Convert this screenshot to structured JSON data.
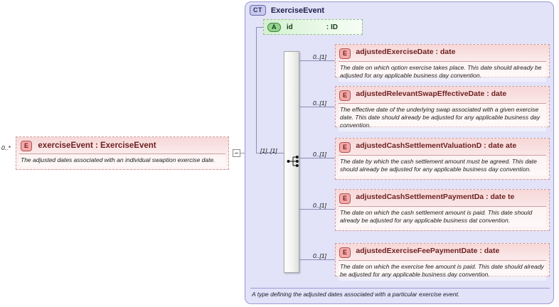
{
  "diagram": {
    "type": "xml-schema-complextype",
    "colors": {
      "container_fill": "#e2e2f8",
      "container_border": "#9a9ad2",
      "element_fill": "#f7d7d7",
      "element_border": "#cf9f9f",
      "attribute_fill": "#d4f0d0",
      "attribute_border": "#8fbf8c",
      "connector": "#8d8db5"
    }
  },
  "complex_type": {
    "badge": "CT",
    "badge_icon_name": "complex-type-badge",
    "title": "ExerciseEvent",
    "footer_annotation": "A type defining the adjusted dates associated with a particular exercise event."
  },
  "root_element": {
    "badge": "E",
    "cardinality": "0..*",
    "name": "exerciseEvent : ExerciseEvent",
    "description": "The adjusted dates associated with an individual swaption exercise date.",
    "expand_stub": "−"
  },
  "attribute": {
    "badge": "A",
    "name": "id",
    "type": ": ID"
  },
  "compositor": {
    "kind": "sequence",
    "cardinality": "[1]..[1]",
    "icon_name": "sequence-compositor-icon"
  },
  "children": [
    {
      "badge": "E",
      "cardinality": "0..[1]",
      "name": "adjustedExerciseDate : date",
      "description": "The date on which option exercise takes place. This date should already be adjusted for any applicable business day convention."
    },
    {
      "badge": "E",
      "cardinality": "0..[1]",
      "name": "adjustedRelevantSwapEffectiveDate : date",
      "description": "The effective date of the underlying swap associated with a given exercise date. This date should already be adjusted for any applicable business day convention."
    },
    {
      "badge": "E",
      "cardinality": "0..[1]",
      "name": "adjustedCashSettlementValuationD : date ate",
      "description": "The date by which the cash settlement amount must be agreed. This date should already be adjusted for any applicable business day convention."
    },
    {
      "badge": "E",
      "cardinality": "0..[1]",
      "name": "adjustedCashSettlementPaymentDa : date te",
      "description": "The date on which the cash settlement amount is paid. This date should already be adjusted for any applicable business dat convention."
    },
    {
      "badge": "E",
      "cardinality": "0..[1]",
      "name": "adjustedExerciseFeePaymentDate : date",
      "description": "The date on which the exercise fee amount is paid. This date should already be adjusted for any applicable business day convention."
    }
  ]
}
